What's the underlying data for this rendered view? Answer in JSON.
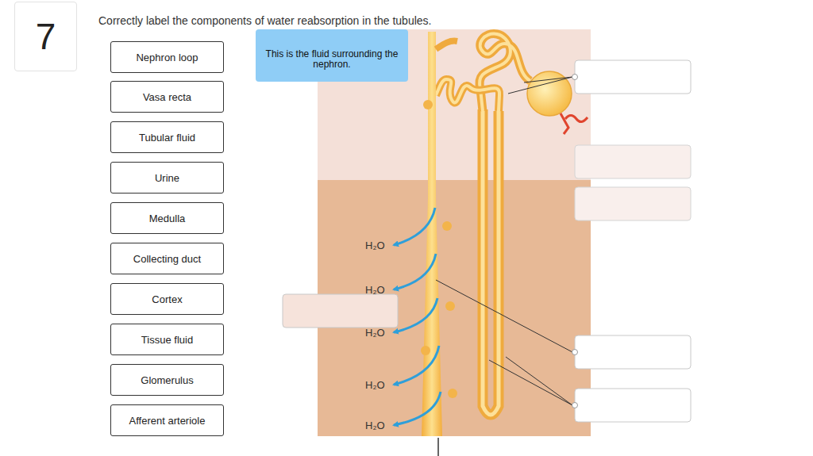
{
  "diagram": {
    "title": "Correctly label the components of water reabsorption in the tubules.",
    "nodes": [
      {
        "text": [
          "7"
        ]
      },
      {
        "text": [
          "Nephron loop"
        ]
      },
      {
        "text": [
          "Vasa recta"
        ]
      },
      {
        "text": [
          "Tubular fluid"
        ]
      },
      {
        "text": [
          "Urine"
        ]
      },
      {
        "text": [
          "Medulla"
        ]
      },
      {
        "text": [
          "Collecting duct"
        ]
      },
      {
        "text": [
          "Cortex"
        ]
      },
      {
        "text": [
          "Tissue fluid"
        ]
      },
      {
        "text": [
          "Glomerulus"
        ]
      },
      {
        "text": [
          "Afferent arteriole"
        ]
      },
      {
        "text": [
          "This is the fluid surrounding the nephron."
        ]
      }
    ],
    "labels": [
      "H₂O",
      "H₂O",
      "H₂O",
      "H₂O",
      "H₂O"
    ]
  }
}
